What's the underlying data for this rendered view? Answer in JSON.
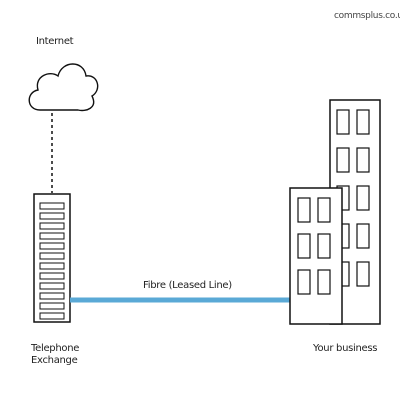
{
  "brand": {
    "text": "commsplus.co.uk"
  },
  "nodes": {
    "internet": {
      "label": "Internet",
      "icon": "cloud-icon"
    },
    "exchange": {
      "label": "Telephone\nExchange",
      "icon": "server-rack-icon"
    },
    "business": {
      "label": "Your business",
      "icon": "office-buildings-icon"
    }
  },
  "links": {
    "fibre": {
      "label": "Fibre (Leased Line)",
      "color": "#5aa9d6"
    },
    "internet_exchange": {
      "style": "dashed"
    }
  },
  "colors": {
    "outline": "#111111",
    "fill": "#ffffff"
  }
}
